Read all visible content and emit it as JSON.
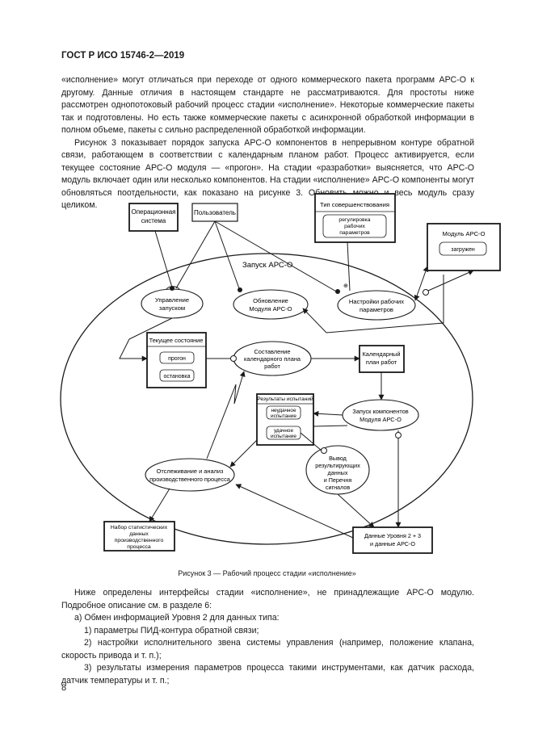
{
  "header": "ГОСТ Р ИСО 15746-2—2019",
  "para1": "«исполнение» могут отличаться при переходе от одного коммерческого пакета программ АРС-О к другому. Данные отличия в настоящем стандарте не рассматриваются. Для простоты ниже рассмотрен однопотоковый рабочий процесс стадии «исполнение». Некоторые коммерческие пакеты так и подготовлены. Но есть также коммерческие пакеты с асинхронной обработкой информации в полном объеме, пакеты с сильно распределенной обработкой информации.",
  "para2": "Рисунок 3 показывает порядок запуска АРС-О компонентов в непрерывном контуре обратной связи, работающем в соответствии с календарным планом работ. Процесс активируется, если текущее состояние АРС-О модуля — «прогон». На стадии «разработки» выясняется, что АРС-О модуль включает один или несколько компонентов. На стадии «исполнение» АРС-О компоненты могут обновляться поотдельности, как показано на рисунке 3. Обновить можно и весь модуль сразу целиком.",
  "diagram": {
    "op_system": [
      "Операционная",
      "система"
    ],
    "user": "Пользователь",
    "improvement_type": "Тип совершенствования",
    "tuning_params": [
      "регулировка",
      "рабочих",
      "параметров"
    ],
    "module_apc": "Модуль АРС-О",
    "loaded": "загружен",
    "launch_apc": "Запуск АРС-О",
    "launch_control": [
      "Управление",
      "запуском"
    ],
    "update_module": [
      "Обновление",
      "Модуля АРС-О"
    ],
    "work_settings": [
      "Настройки рабочих",
      "параметров"
    ],
    "current_state": "Текущее состояние",
    "run": "прогон",
    "stop": "остановка",
    "make_schedule": [
      "Составление",
      "календарного плана",
      "работ"
    ],
    "schedule": [
      "Календарный",
      "план работ"
    ],
    "test_results": "Результаты испытаний",
    "unsuccessful_test": [
      "неудачное",
      "испытание"
    ],
    "successful_test": [
      "удачное",
      "испытание"
    ],
    "launch_components": [
      "Запуск компонентов",
      "Модуля АРС-О"
    ],
    "output_data": [
      "Вывод",
      "результирующих",
      "данных",
      "и Перечня",
      "сигналов"
    ],
    "monitoring": [
      "Отслеживание и анализ",
      "производственного процесса"
    ],
    "stats_set": [
      "Набор статистических",
      "данных",
      "производственного",
      "процесса"
    ],
    "level_data": [
      "Данные Уровня 2 + 3",
      "и данные АРС-О"
    ],
    "marker": "⊕"
  },
  "caption": "Рисунок 3 — Рабочий процесс стадии «исполнение»",
  "para3": "Ниже определены интерфейсы стадии «исполнение», не принадлежащие АРС-О модулю. Подробное описание см. в разделе 6:",
  "item_a": "а) Обмен информацией Уровня 2 для данных типа:",
  "item_1": "1) параметры ПИД-контура обратной связи;",
  "item_2": "2) настройки исполнительного звена системы управления (например, положение клапана, скорость привода и т. п.);",
  "item_3": "3) результаты измерения параметров процесса такими инструментами, как датчик расхода, датчик температуры и т. п.;",
  "page_number": "8"
}
